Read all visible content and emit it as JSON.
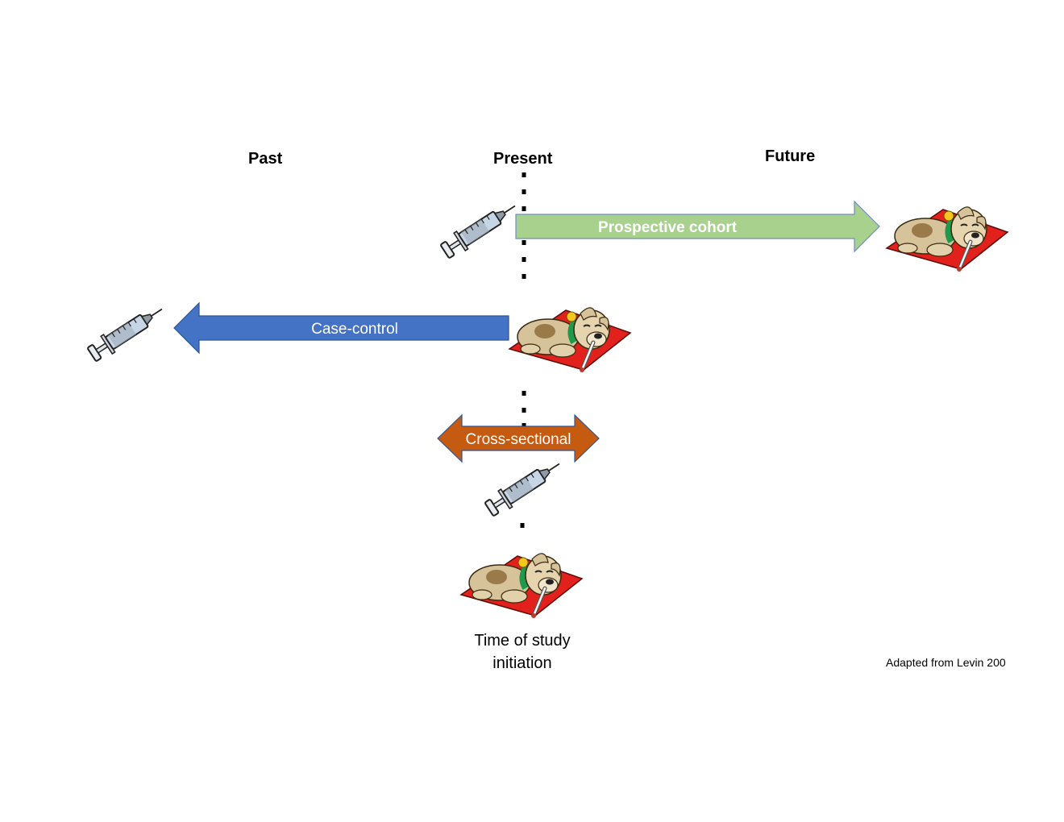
{
  "timeline": {
    "past_label": "Past",
    "present_label": "Present",
    "future_label": "Future"
  },
  "arrows": {
    "prospective": {
      "label": "Prospective cohort",
      "color": "#a9d18e",
      "direction": "right"
    },
    "case_control": {
      "label": "Case-control",
      "color": "#4472c4",
      "direction": "left"
    },
    "cross_sectional": {
      "label": "Cross-sectional",
      "color": "#c55a11",
      "direction": "both"
    }
  },
  "study_initiation_label": "Time of study initiation",
  "credit": "Adapted from Levin 200",
  "icons": {
    "exposure": "syringe-icon",
    "outcome": "sick-dog-icon"
  }
}
